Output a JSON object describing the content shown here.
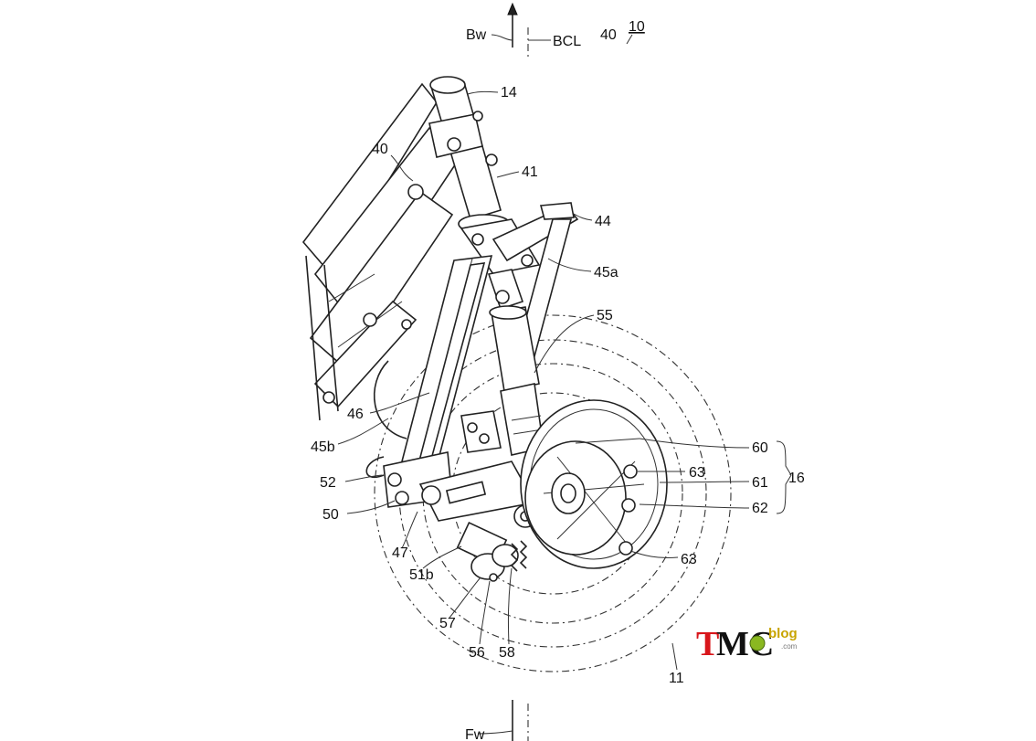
{
  "labels": {
    "bw": "Bw",
    "bcl": "BCL",
    "fw": "Fw",
    "r40_top": "40",
    "r10": "10",
    "r14": "14",
    "r40": "40",
    "r41": "41",
    "r44": "44",
    "r45a": "45a",
    "r55": "55",
    "r46": "46",
    "r45b": "45b",
    "r60": "60",
    "r63a": "63",
    "r61": "61",
    "r16": "16",
    "r62": "62",
    "r52": "52",
    "r50": "50",
    "r47": "47",
    "r63b": "63",
    "r51b": "51b",
    "r57": "57",
    "r56": "56",
    "r58": "58",
    "r11": "11"
  },
  "watermark": {
    "t": "T",
    "mc": "MC",
    "blog": "blog",
    "com": ".com"
  }
}
